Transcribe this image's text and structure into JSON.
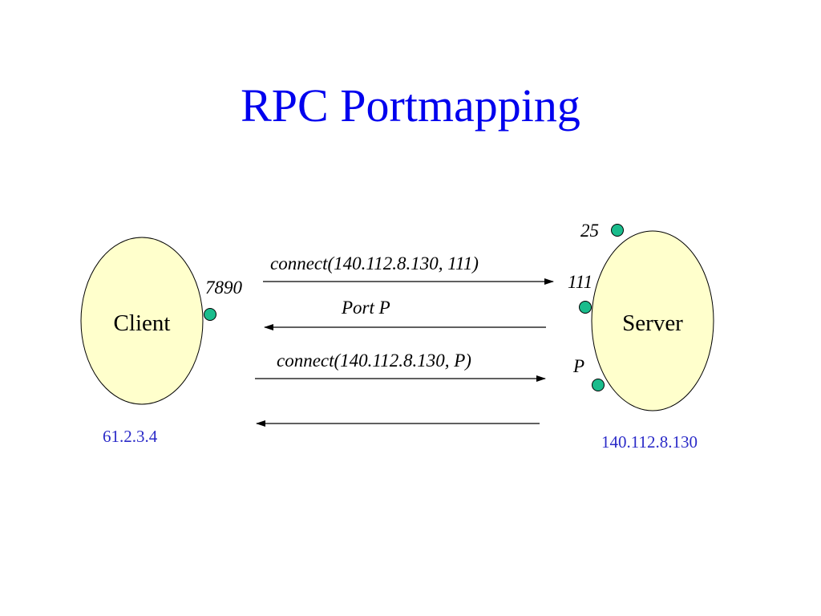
{
  "slide": {
    "title": "RPC Portmapping"
  },
  "colors": {
    "title": "#0000ee",
    "address": "#2b2bc8",
    "host_fill": "#ffffcc",
    "port_dot": "#1abc8c"
  },
  "client": {
    "label": "Client",
    "port": "7890",
    "address": "61.2.3.4"
  },
  "server": {
    "label": "Server",
    "address": "140.112.8.130",
    "ports": [
      "25",
      "111",
      "P"
    ]
  },
  "messages": [
    {
      "label": "connect(140.112.8.130, 111)",
      "direction": "client-to-server"
    },
    {
      "label": "Port P",
      "direction": "server-to-client"
    },
    {
      "label": "connect(140.112.8.130, P)",
      "direction": "client-to-server"
    },
    {
      "label": "",
      "direction": "server-to-client"
    }
  ]
}
